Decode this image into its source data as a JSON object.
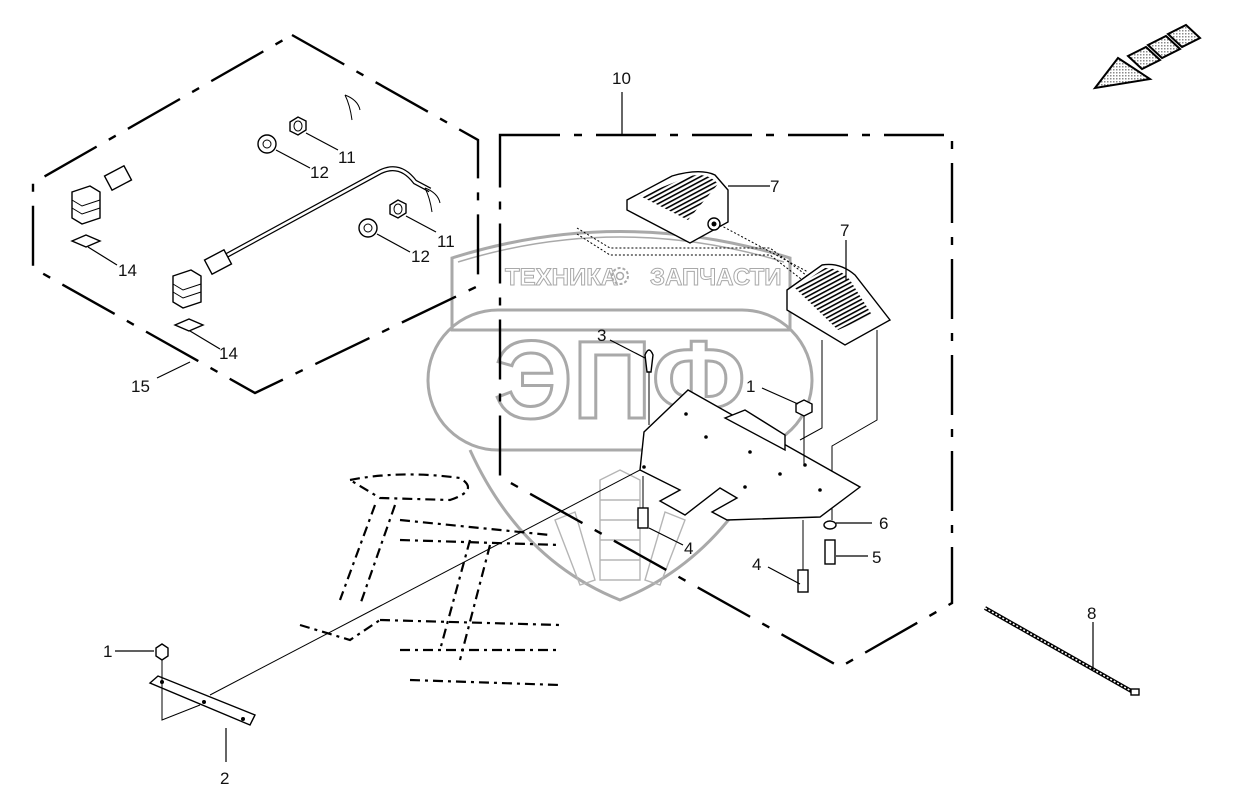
{
  "diagram": {
    "type": "exploded-parts-diagram",
    "watermark": {
      "left_word": "ТЕХНИКА",
      "right_word": "ЗАПЧАСТИ",
      "monogram": "ЭПФ",
      "color": "#a9a9a9"
    },
    "callouts": [
      {
        "id": "c1a",
        "label": "1",
        "part": "nut"
      },
      {
        "id": "c1b",
        "label": "1",
        "part": "nut"
      },
      {
        "id": "c2",
        "label": "2",
        "part": "flat-bracket"
      },
      {
        "id": "c3",
        "label": "3",
        "part": "screw"
      },
      {
        "id": "c4a",
        "label": "4",
        "part": "bolt"
      },
      {
        "id": "c4b",
        "label": "4",
        "part": "bolt"
      },
      {
        "id": "c5",
        "label": "5",
        "part": "bolt"
      },
      {
        "id": "c6",
        "label": "6",
        "part": "washer"
      },
      {
        "id": "c7a",
        "label": "7",
        "part": "work-lamp"
      },
      {
        "id": "c7b",
        "label": "7",
        "part": "work-lamp"
      },
      {
        "id": "c8",
        "label": "8",
        "part": "cable-tie"
      },
      {
        "id": "c10",
        "label": "10",
        "part": "lamp-assembly-group"
      },
      {
        "id": "c11a",
        "label": "11",
        "part": "hex-nut"
      },
      {
        "id": "c11b",
        "label": "11",
        "part": "hex-nut"
      },
      {
        "id": "c12a",
        "label": "12",
        "part": "cable-gland"
      },
      {
        "id": "c12b",
        "label": "12",
        "part": "cable-gland"
      },
      {
        "id": "c14a",
        "label": "14",
        "part": "gasket"
      },
      {
        "id": "c14b",
        "label": "14",
        "part": "gasket"
      },
      {
        "id": "c15",
        "label": "15",
        "part": "cable-harness-group"
      }
    ],
    "direction_arrow": "travel-direction-arrow",
    "colors": {
      "line": "#000000",
      "background": "#ffffff",
      "hatch": "#999999"
    }
  }
}
